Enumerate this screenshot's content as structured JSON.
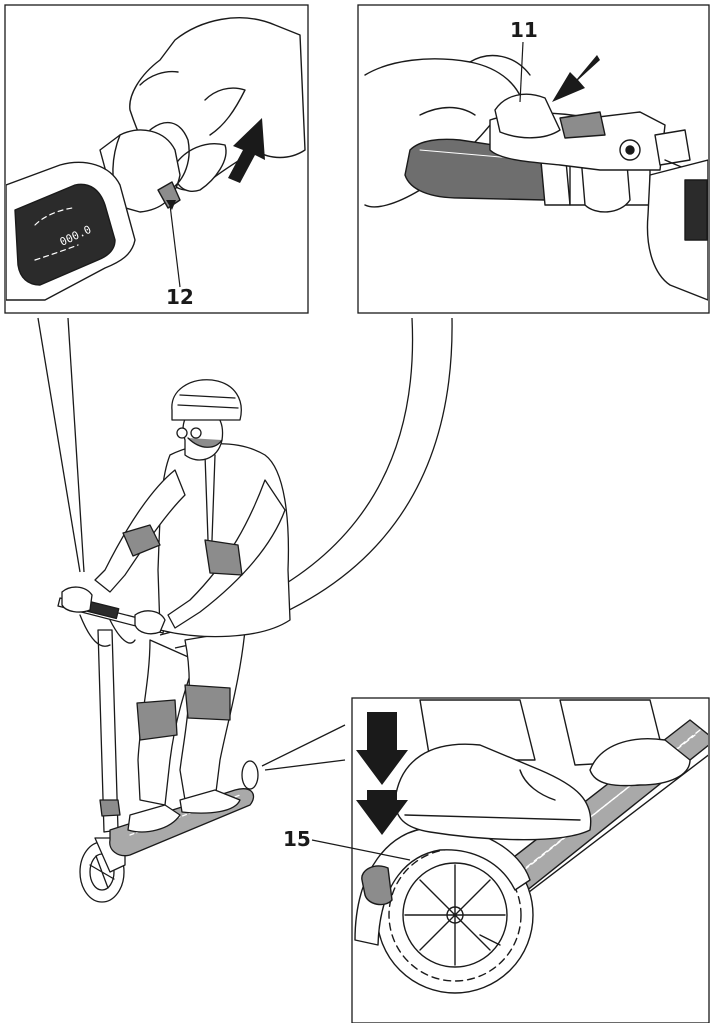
{
  "manual_page": {
    "callouts": {
      "throttle": "12",
      "brake_lever": "11",
      "rear_fender_brake": "15"
    },
    "display_readout": "000.0",
    "colors": {
      "line": "#1a1a1a",
      "grip_dark": "#6e6e6e",
      "pad_gray": "#8c8c8c",
      "deck_gray": "#a9a9a9",
      "display_dark": "#2b2b2b",
      "paper": "#ffffff"
    }
  }
}
